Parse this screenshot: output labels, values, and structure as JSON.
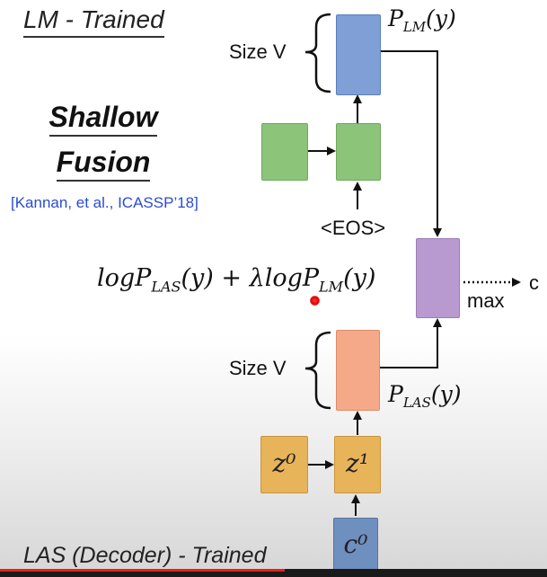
{
  "titles": {
    "top": "LM - Trained",
    "bottom": "LAS (Decoder) - Trained",
    "method_line1": "Shallow",
    "method_line2": "Fusion",
    "citation": "[Kannan, et al., ICASSP’18]"
  },
  "labels": {
    "size_v_top": "Size V",
    "size_v_bottom": "Size V",
    "eos": "<EOS>",
    "max": "max",
    "output": "c"
  },
  "math": {
    "p_lm": "P_LM(y)",
    "p_las": "P_LAS(y)",
    "formula": "logP_LAS(y) + λlogP_LM(y)"
  },
  "boxes": {
    "z0": "z⁰",
    "z1": "z¹",
    "c0": "c⁰"
  },
  "colors": {
    "lm_output": "#7f9fd6",
    "lm_green": "#8cc47a",
    "combiner": "#b99ad0",
    "las_output": "#f5a989",
    "decoder_state": "#e8b45a",
    "context": "#6f8fbf",
    "citation": "#2a4bd6"
  },
  "video_progress": 0.52
}
